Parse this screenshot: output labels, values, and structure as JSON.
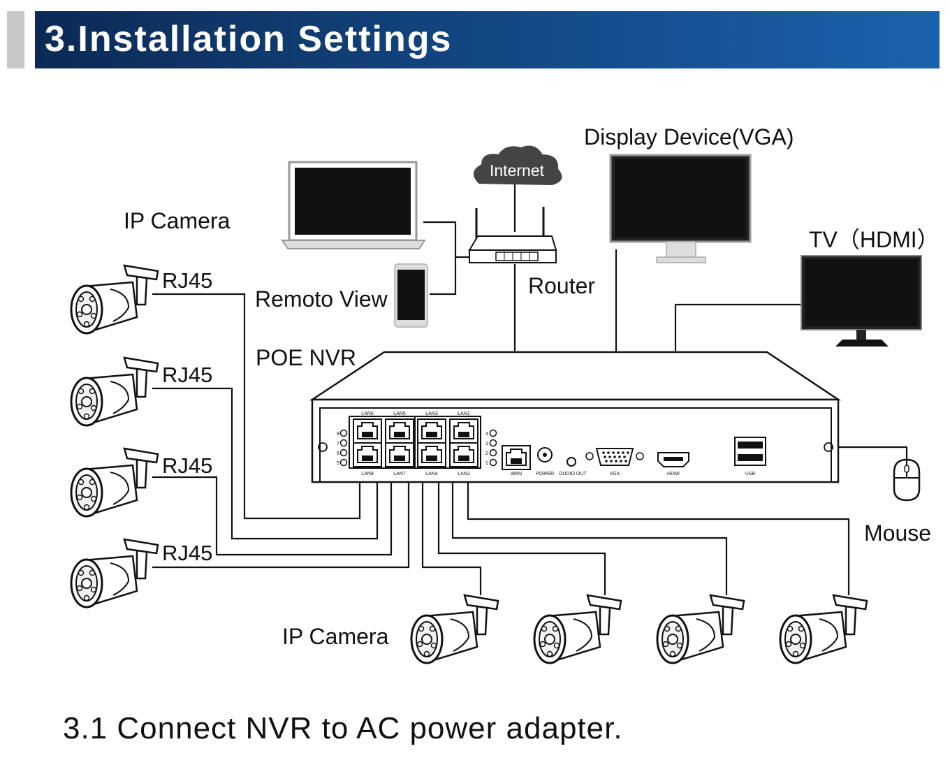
{
  "header": {
    "title": "3.Installation Settings"
  },
  "diagram": {
    "labels": {
      "display_device": "Display Device(VGA)",
      "internet": "Internet",
      "ip_camera_top": "IP Camera",
      "tv": "TV（HDMI）",
      "rj45": "RJ45",
      "remote_view": "Remoto View",
      "router": "Router",
      "poe_nvr": "POE NVR",
      "mouse": "Mouse",
      "ip_camera_bottom": "IP Camera"
    },
    "ports": {
      "lan_top": [
        "LAN6",
        "LAN5",
        "LAN3",
        "LAN1"
      ],
      "lan_bottom": [
        "LAN8",
        "LAN7",
        "LAN4",
        "LAN2"
      ],
      "leds_left": [
        "8",
        "7",
        "6",
        "5"
      ],
      "leds_right": [
        "4",
        "3",
        "2",
        "1"
      ],
      "wan": "WAN",
      "power": "POWER",
      "audio_out": "DUDIO OUT",
      "vga": "VGA",
      "hdmi": "HDMI",
      "usb": "USB"
    }
  },
  "footer": {
    "step_text": "3.1 Connect NVR to AC power adapter."
  },
  "colors": {
    "header_dark": "#0c2a55",
    "header_light": "#1a62ad",
    "header_accent": "#c8c8c8"
  }
}
